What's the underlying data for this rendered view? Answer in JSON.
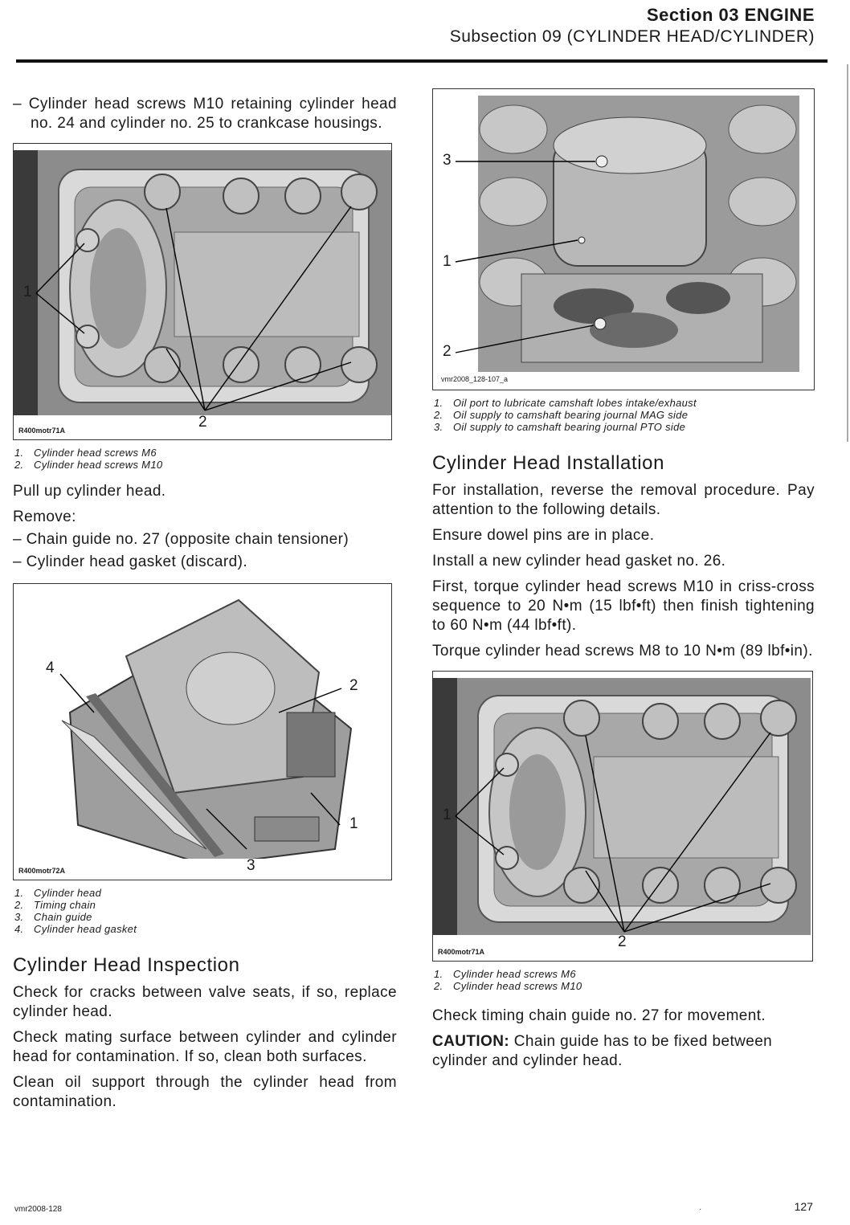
{
  "header": {
    "section": "Section 03 ENGINE",
    "subsection": "Subsection 09 (CYLINDER HEAD/CYLINDER)"
  },
  "left": {
    "intro": "– Cylinder head screws M10 retaining cylinder head no. 24 and cylinder no. 25 to crankcase housings.",
    "fig1": {
      "code": "R400motr71A",
      "callouts": [
        "1",
        "2"
      ],
      "legend": [
        {
          "n": "1.",
          "t": "Cylinder head screws M6"
        },
        {
          "n": "2.",
          "t": "Cylinder head screws M10"
        }
      ]
    },
    "pull": "Pull up cylinder head.",
    "remove": "Remove:",
    "remove_items": [
      "– Chain guide no. 27 (opposite chain tensioner)",
      "– Cylinder head gasket (discard)."
    ],
    "fig2": {
      "code": "R400motr72A",
      "callouts": [
        "4",
        "2",
        "1",
        "3"
      ],
      "legend": [
        {
          "n": "1.",
          "t": "Cylinder head"
        },
        {
          "n": "2.",
          "t": "Timing chain"
        },
        {
          "n": "3.",
          "t": "Chain guide"
        },
        {
          "n": "4.",
          "t": "Cylinder head gasket"
        }
      ]
    },
    "inspection": {
      "title": "Cylinder Head Inspection",
      "p1": "Check for cracks between valve seats, if so, replace cylinder head.",
      "p2": "Check mating surface between cylinder and cylinder head for contamination. If so, clean both surfaces.",
      "p3": "Clean oil support through the cylinder head from contamination."
    }
  },
  "right": {
    "fig3": {
      "code": "vmr2008_128-107_a",
      "callouts": [
        "3",
        "1",
        "2"
      ],
      "legend": [
        {
          "n": "1.",
          "t": "Oil port to lubricate camshaft lobes intake/exhaust"
        },
        {
          "n": "2.",
          "t": "Oil supply to camshaft bearing journal MAG side"
        },
        {
          "n": "3.",
          "t": "Oil supply to camshaft bearing journal PTO side"
        }
      ]
    },
    "installation": {
      "title": "Cylinder Head Installation",
      "p1": "For installation, reverse the removal procedure. Pay attention to the following details.",
      "p2": "Ensure dowel pins are in place.",
      "p3": "Install a new cylinder head gasket no. 26.",
      "p4": "First, torque cylinder head screws M10 in criss-cross sequence to 20 N•m (15 lbf•ft) then finish tightening to 60 N•m (44 lbf•ft).",
      "p5": "Torque cylinder head screws M8 to 10 N•m (89 lbf•in)."
    },
    "fig4": {
      "code": "R400motr71A",
      "callouts": [
        "1",
        "2"
      ],
      "legend": [
        {
          "n": "1.",
          "t": "Cylinder head screws M6"
        },
        {
          "n": "2.",
          "t": "Cylinder head screws M10"
        }
      ]
    },
    "check": "Check timing chain guide no. 27 for movement.",
    "caution_label": "CAUTION:",
    "caution_text": "Chain guide has to be fixed between cylinder and cylinder head."
  },
  "footer": {
    "doc": "vmr2008-128",
    "page": "127"
  }
}
